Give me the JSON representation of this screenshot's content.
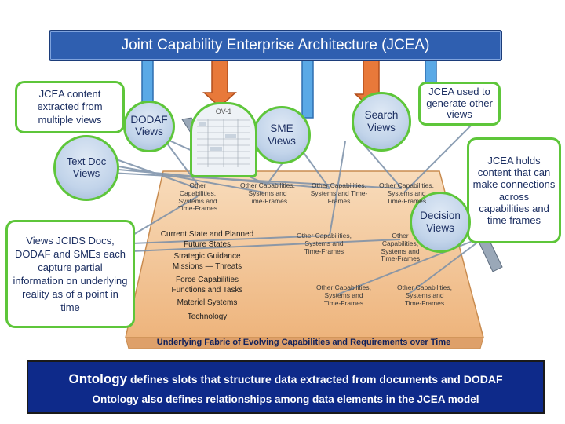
{
  "title": "Joint Capability Enterprise Architecture (JCEA)",
  "callouts": {
    "extracted": "JCEA content extracted from multiple views",
    "views_sources": "Views JCIDS Docs, DODAF and SMEs each capture partial information on underlying reality as of a point in time",
    "generate": "JCEA used to generate other views",
    "holds": "JCEA holds content that can make connections across capabilities and time frames"
  },
  "bubbles": {
    "dodaf": "DODAF Views",
    "text_doc": "Text Doc Views",
    "sme": "SME Views",
    "search": "Search Views",
    "decision": "Decision Views",
    "partial": "OV-1"
  },
  "cells": [
    "Other Capabilities, Systems and Time-Frames",
    "Other Capabilities, Systems and Time-Frames",
    "Other Capabilities, Systems and Time-Frames",
    "Other Capabilities, Systems and Time-Frames",
    "Other Capabilities, Systems and Time-Frames",
    "Other Capabilities, Systems and Time-Frames",
    "Other Capabilities, Systems and Time-Frames",
    "Other Capabilities, Systems and Time-Frames"
  ],
  "fabric_list": [
    "Current State and Planned Future States",
    "Strategic Guidance Missions — Threats",
    "Force Capabilities Functions and Tasks",
    "Materiel Systems",
    "Technology"
  ],
  "fabric_label": "Underlying Fabric of Evolving Capabilities and Requirements over Time",
  "footer": {
    "line1_lead": "Ontology",
    "line1_rest": " defines slots that structure data extracted from documents and DODAF",
    "line2": "Ontology also defines relationships among data elements in the JCEA model"
  },
  "colors": {
    "banner": "#2f5fb0",
    "callout_border": "#5ec63a",
    "fabric": "#f3c79a",
    "footer": "#0e2a8a",
    "arrow_blue": "#5aa9e6",
    "arrow_orange": "#e8793a"
  }
}
